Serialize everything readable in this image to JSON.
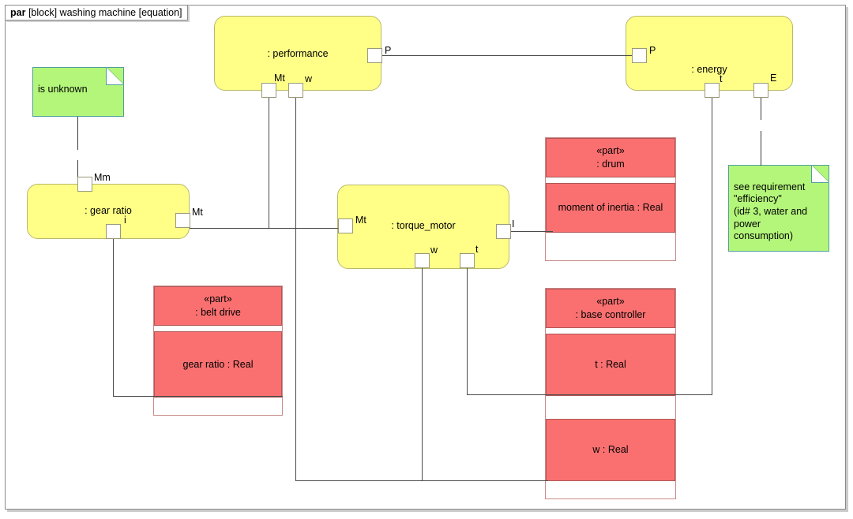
{
  "frame": {
    "kind": "par",
    "title": "[block] washing machine [equation]"
  },
  "notes": [
    {
      "id": "unknown-note",
      "text": "is unknown"
    },
    {
      "id": "requirement-note",
      "text": "see requirement\n\"efficiency\"\n(id# 3, water and\npower\nconsumption)"
    }
  ],
  "constraint_blocks": [
    {
      "id": "performance",
      "name": ": performance",
      "ports": [
        {
          "name": "P",
          "side": "right"
        },
        {
          "name": "Mt",
          "side": "bottom"
        },
        {
          "name": "w",
          "side": "bottom"
        }
      ]
    },
    {
      "id": "energy",
      "name": ": energy",
      "ports": [
        {
          "name": "P",
          "side": "left"
        },
        {
          "name": "t",
          "side": "bottom"
        },
        {
          "name": "E",
          "side": "bottom"
        }
      ]
    },
    {
      "id": "gear-ratio",
      "name": ": gear ratio",
      "ports": [
        {
          "name": "Mm",
          "side": "top"
        },
        {
          "name": "Mt",
          "side": "right"
        },
        {
          "name": "i",
          "side": "bottom"
        }
      ]
    },
    {
      "id": "torque-motor",
      "name": ": torque_motor",
      "ports": [
        {
          "name": "Mt",
          "side": "left"
        },
        {
          "name": "I",
          "side": "right"
        },
        {
          "name": "w",
          "side": "bottom"
        },
        {
          "name": "t",
          "side": "bottom"
        }
      ]
    }
  ],
  "part_blocks": [
    {
      "id": "drum",
      "stereotype": "«part»",
      "name": ": drum",
      "properties": [
        "moment of inertia : Real"
      ]
    },
    {
      "id": "base-controller",
      "stereotype": "«part»",
      "name": ": base controller",
      "properties": [
        "t : Real",
        "w : Real"
      ]
    },
    {
      "id": "belt-drive",
      "stereotype": "«part»",
      "name": ": belt drive",
      "properties": [
        "gear ratio : Real"
      ]
    }
  ],
  "colors": {
    "constraint_fill": "#ffff88",
    "part_fill": "#fa7070",
    "note_fill": "#b4f67a",
    "connector": "#4a4a4a"
  }
}
